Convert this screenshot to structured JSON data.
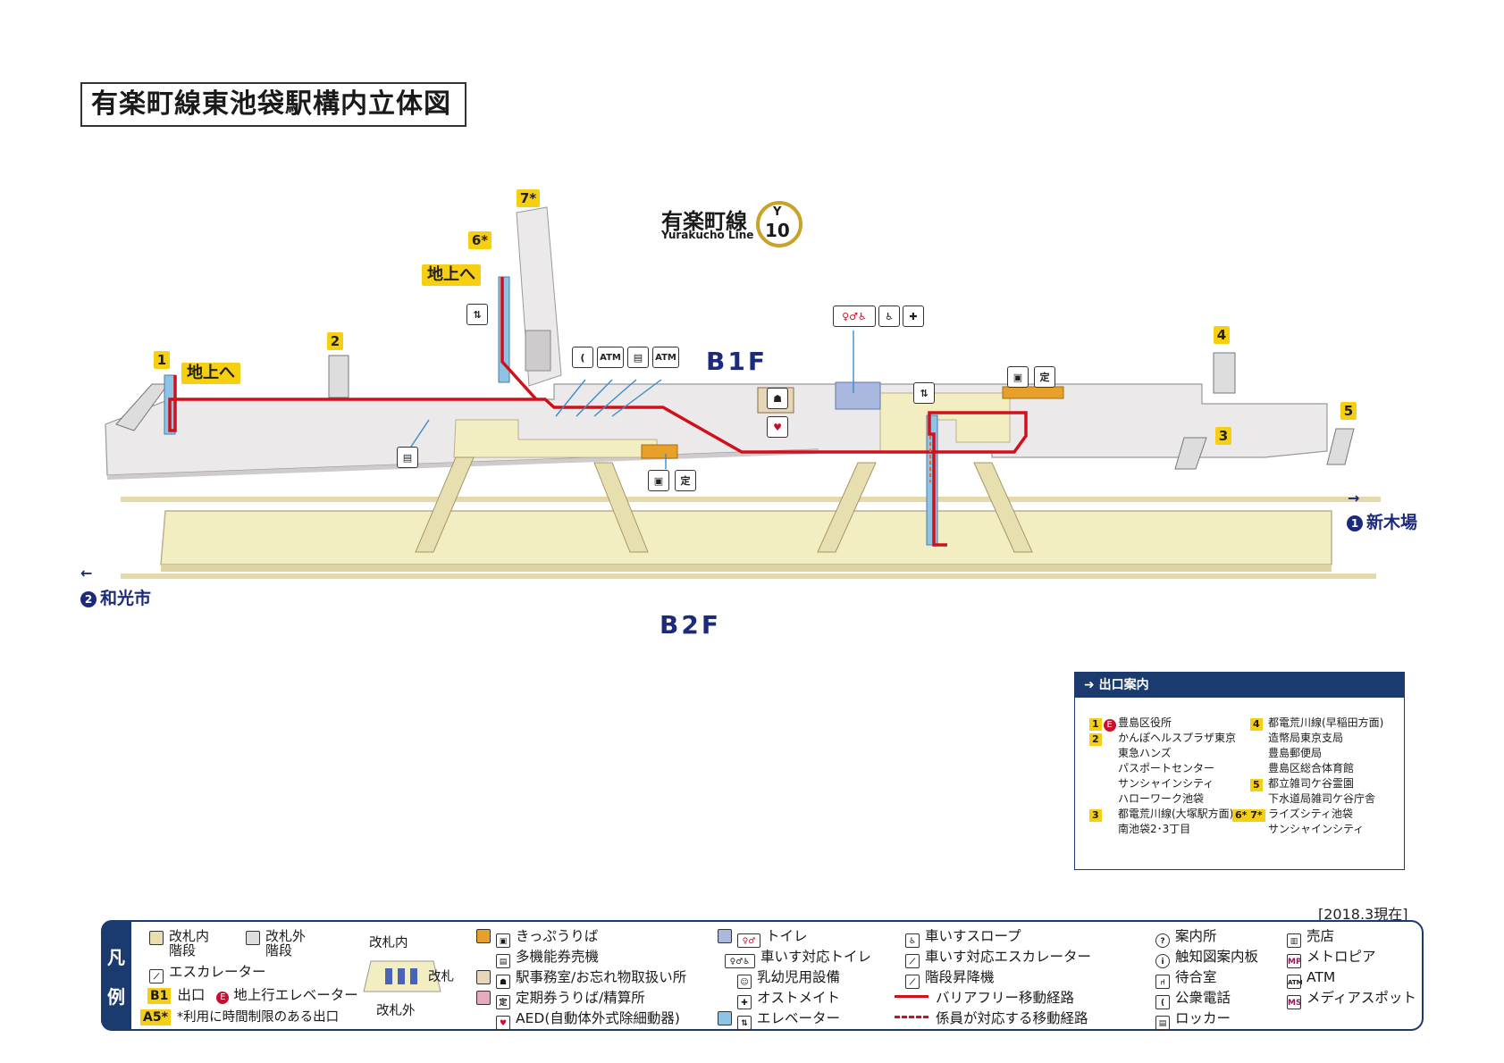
{
  "title": "有楽町線東池袋駅構内立体図",
  "line": {
    "name_ja": "有楽町線",
    "name_en": "Yurakucho Line",
    "code_letter": "Y",
    "code_number": "10",
    "color": "#c9a227"
  },
  "floors": {
    "b1": "B1F",
    "b2": "B2F"
  },
  "exits": {
    "e1": "1",
    "e2": "2",
    "e3": "3",
    "e4": "4",
    "e5": "5",
    "e6": "6*",
    "e7": "7*"
  },
  "to_ground": "地上へ",
  "facility_icons": {
    "phone": "(",
    "atm": "ATM"
  },
  "directions": {
    "right": {
      "num": "1",
      "label": "新木場"
    },
    "left": {
      "num": "2",
      "label": "和光市"
    }
  },
  "exit_guide": {
    "heading": "出口案内",
    "left": [
      {
        "key": "1",
        "elevator": "E",
        "lines": [
          "豊島区役所"
        ]
      },
      {
        "key": "2",
        "lines": [
          "かんぽヘルスプラザ東京",
          "東急ハンズ",
          "パスポートセンター",
          "サンシャインシティ",
          "ハローワーク池袋"
        ]
      },
      {
        "key": "3",
        "lines": [
          "都電荒川線(大塚駅方面)",
          "南池袋2･3丁目"
        ]
      }
    ],
    "right": [
      {
        "key": "4",
        "lines": [
          "都電荒川線(早稲田方面)",
          "造幣局東京支局",
          "豊島郵便局",
          "豊島区総合体育館"
        ]
      },
      {
        "key": "5",
        "lines": [
          "都立雑司ケ谷霊園",
          "下水道局雑司ケ谷庁舎"
        ]
      },
      {
        "key": "6* 7*",
        "lines": [
          "ライズシティ池袋",
          "サンシャインシティ"
        ]
      }
    ]
  },
  "date_note": "[2018.3現在]",
  "legend": {
    "side": [
      "凡",
      "例"
    ],
    "gate_inside": "改札内",
    "gate": "改札",
    "gate_outside": "改札外",
    "stairs_in": "改札内\n階段",
    "stairs_out": "改札外\n階段",
    "escalator": "エスカレーター",
    "exit_sample": "B1",
    "exit_label": "出口",
    "elevator_mark": "E",
    "ground_elevator": "地上行エレベーター",
    "limited_sample": "A5*",
    "limited_label": "*利用に時間制限のある出口",
    "items_col2": [
      "きっぷうりば",
      "多機能券売機",
      "駅事務室/お忘れ物取扱い所",
      "定期券うりば/精算所",
      "AED(自動体外式除細動器)"
    ],
    "items_col3": [
      "トイレ",
      "車いす対応トイレ",
      "乳幼児用設備",
      "オストメイト",
      "エレベーター"
    ],
    "items_col4": [
      "車いすスロープ",
      "車いす対応エスカレーター",
      "階段昇降機",
      "バリアフリー移動経路",
      "係員が対応する移動経路"
    ],
    "items_col5": [
      "案内所",
      "触知図案内板",
      "待合室",
      "公衆電話",
      "ロッカー"
    ],
    "items_col6": [
      "売店",
      "メトロピア",
      "ATM",
      "メディアスポット"
    ],
    "col6_marks": [
      "MP",
      "ATM",
      "MS"
    ],
    "col5_marks": [
      "?",
      "i",
      "",
      "(",
      ""
    ]
  }
}
